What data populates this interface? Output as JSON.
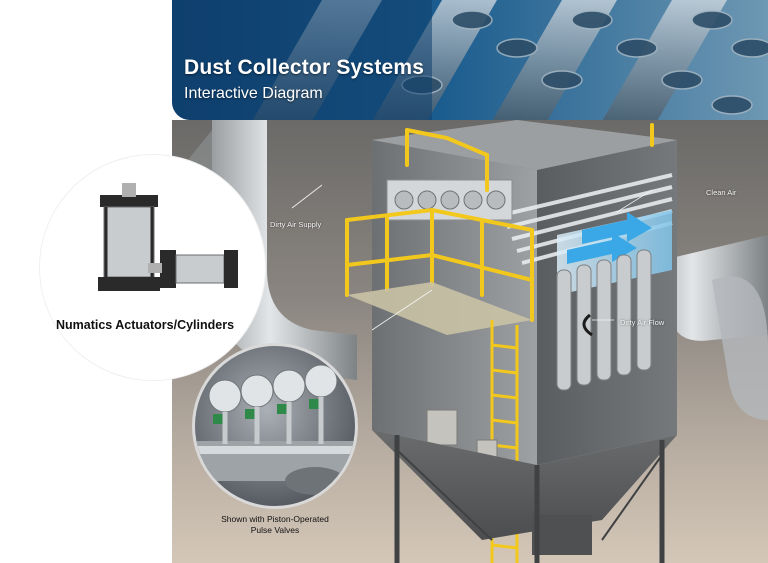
{
  "header": {
    "title": "Dust Collector Systems",
    "subtitle": "Interactive Diagram"
  },
  "actuator_panel": {
    "label": "Numatics Actuators/Cylinders"
  },
  "valve_panel": {
    "caption_line1": "Shown with Piston-Operated",
    "caption_line2": "Pulse Valves"
  },
  "callouts": {
    "dirty_air_supply": "Dirty Air Supply",
    "clean_air": "Clean Air",
    "dirty_air_flow": "Dirty Air Flow"
  },
  "colors": {
    "banner_dark": "#0f3f6e",
    "railing_yellow": "#f2c81c",
    "clean_air_blue": "#3aa8e6",
    "steel": "#8d8f91"
  }
}
